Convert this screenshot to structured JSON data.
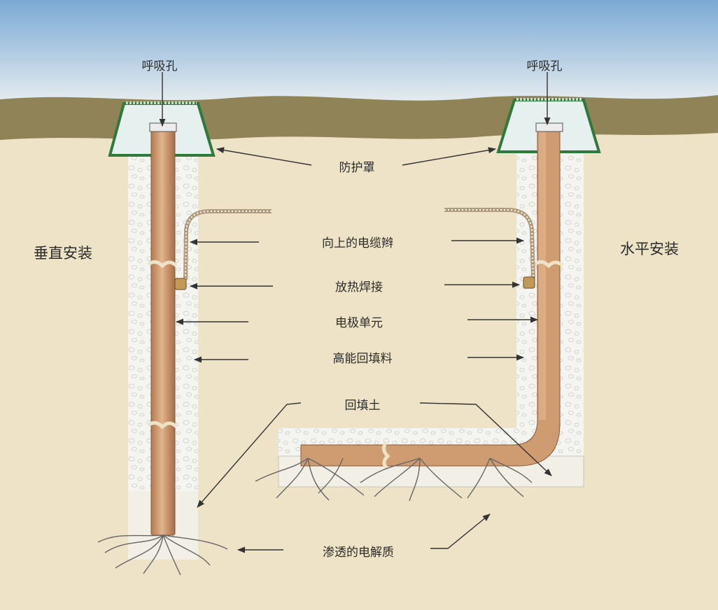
{
  "labels": {
    "breather_left": "呼吸孔",
    "breather_right": "呼吸孔",
    "cover": "防护罩",
    "vertical_install": "垂直安装",
    "horizontal_install": "水平安装",
    "pigtail": "向上的电缆辫",
    "exothermic_weld": "放热焊接",
    "electrode": "电极单元",
    "backfill_high": "高能回填料",
    "backfill_soil": "回填土",
    "electrolyte": "渗透的电解质"
  },
  "colors": {
    "sky_top": "#7aa9d4",
    "sky_bottom": "#e8eef0",
    "topsoil": "#8f8357",
    "ground": "#efe3c7",
    "pipe": "#c9956b",
    "cover_edge": "#2e7a3c",
    "backfill": "#f4f4f1"
  }
}
